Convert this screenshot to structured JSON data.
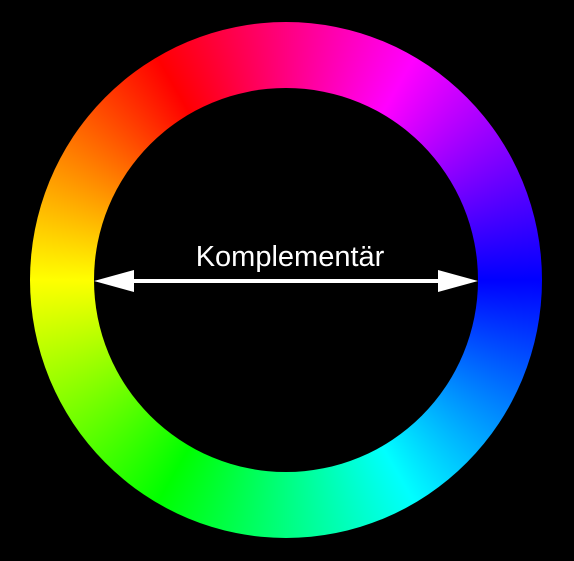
{
  "diagram": {
    "label": "Komplementär",
    "colors": {
      "background": "#000000",
      "arrow": "#ffffff",
      "text": "#ffffff"
    },
    "hue_sequence": [
      "yellow",
      "orange",
      "red",
      "magenta",
      "violet",
      "blue",
      "azure",
      "cyan",
      "spring-green",
      "green",
      "chartreuse"
    ]
  }
}
